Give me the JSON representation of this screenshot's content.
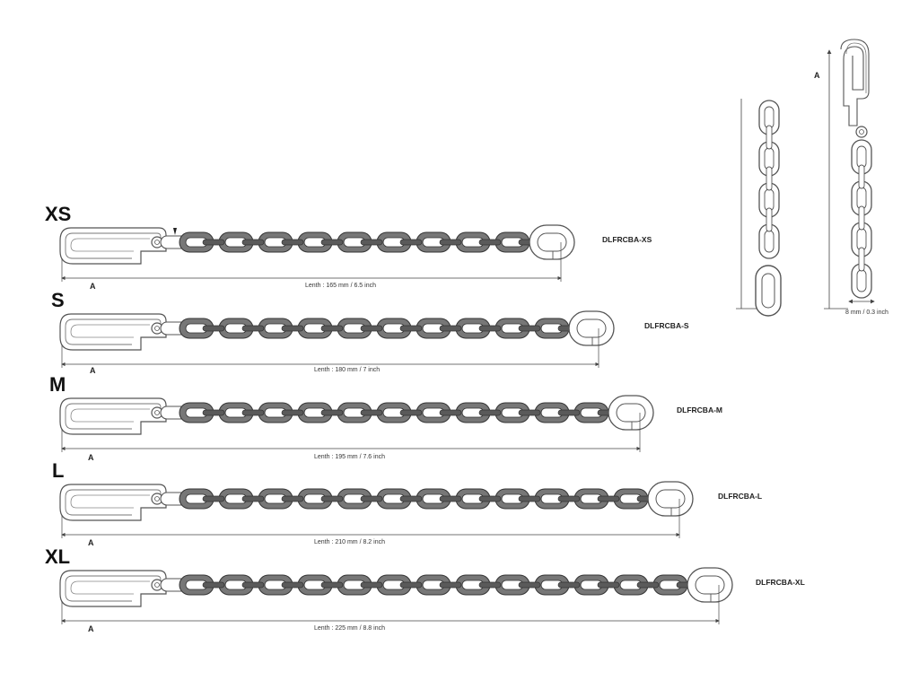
{
  "colors": {
    "link_dark": "#777777",
    "link_stroke": "#333333",
    "outline": "#555555",
    "line": "#444444"
  },
  "chains": [
    {
      "size": "XS",
      "code": "DLFRCBA-XS",
      "length_text": "Lenth : 165 mm / 6.5 inch",
      "a_label": "A",
      "link_count": 9
    },
    {
      "size": "S",
      "code": "DLFRCBA-S",
      "length_text": "Lenth : 180 mm / 7 inch",
      "a_label": "A",
      "link_count": 10
    },
    {
      "size": "M",
      "code": "DLFRCBA-M",
      "length_text": "Lenth : 195 mm / 7.6 inch",
      "a_label": "A",
      "link_count": 11
    },
    {
      "size": "L",
      "code": "DLFRCBA-L",
      "length_text": "Lenth : 210 mm / 8.2 inch",
      "a_label": "A",
      "link_count": 12
    },
    {
      "size": "XL",
      "code": "DLFRCBA-XL",
      "length_text": "Lenth : 225 mm / 8.8 inch",
      "a_label": "A",
      "link_count": 13
    }
  ],
  "side_view": {
    "a_label": "A",
    "width_text": "8 mm / 0.3 inch"
  }
}
